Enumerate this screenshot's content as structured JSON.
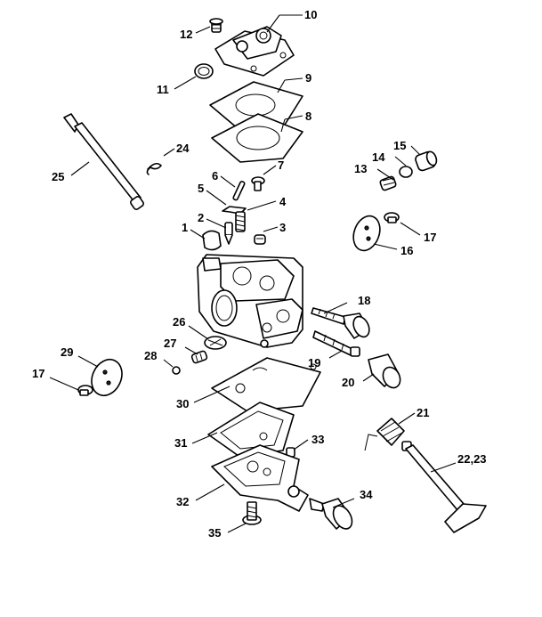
{
  "callouts": {
    "c1": "1",
    "c2": "2",
    "c3": "3",
    "c4": "4",
    "c5": "5",
    "c6": "6",
    "c7": "7",
    "c8": "8",
    "c9": "9",
    "c10": "10",
    "c11": "11",
    "c12": "12",
    "c13": "13",
    "c14": "14",
    "c15": "15",
    "c16": "16",
    "c17a": "17",
    "c17b": "17",
    "c18": "18",
    "c19": "19",
    "c20": "20",
    "c21": "21",
    "c2223": "22,23",
    "c24": "24",
    "c25": "25",
    "c26": "26",
    "c27": "27",
    "c28": "28",
    "c29": "29",
    "c30": "30",
    "c31": "31",
    "c32": "32",
    "c33": "33",
    "c34": "34",
    "c35": "35"
  },
  "colors": {
    "line": "#000000",
    "background": "#ffffff"
  }
}
